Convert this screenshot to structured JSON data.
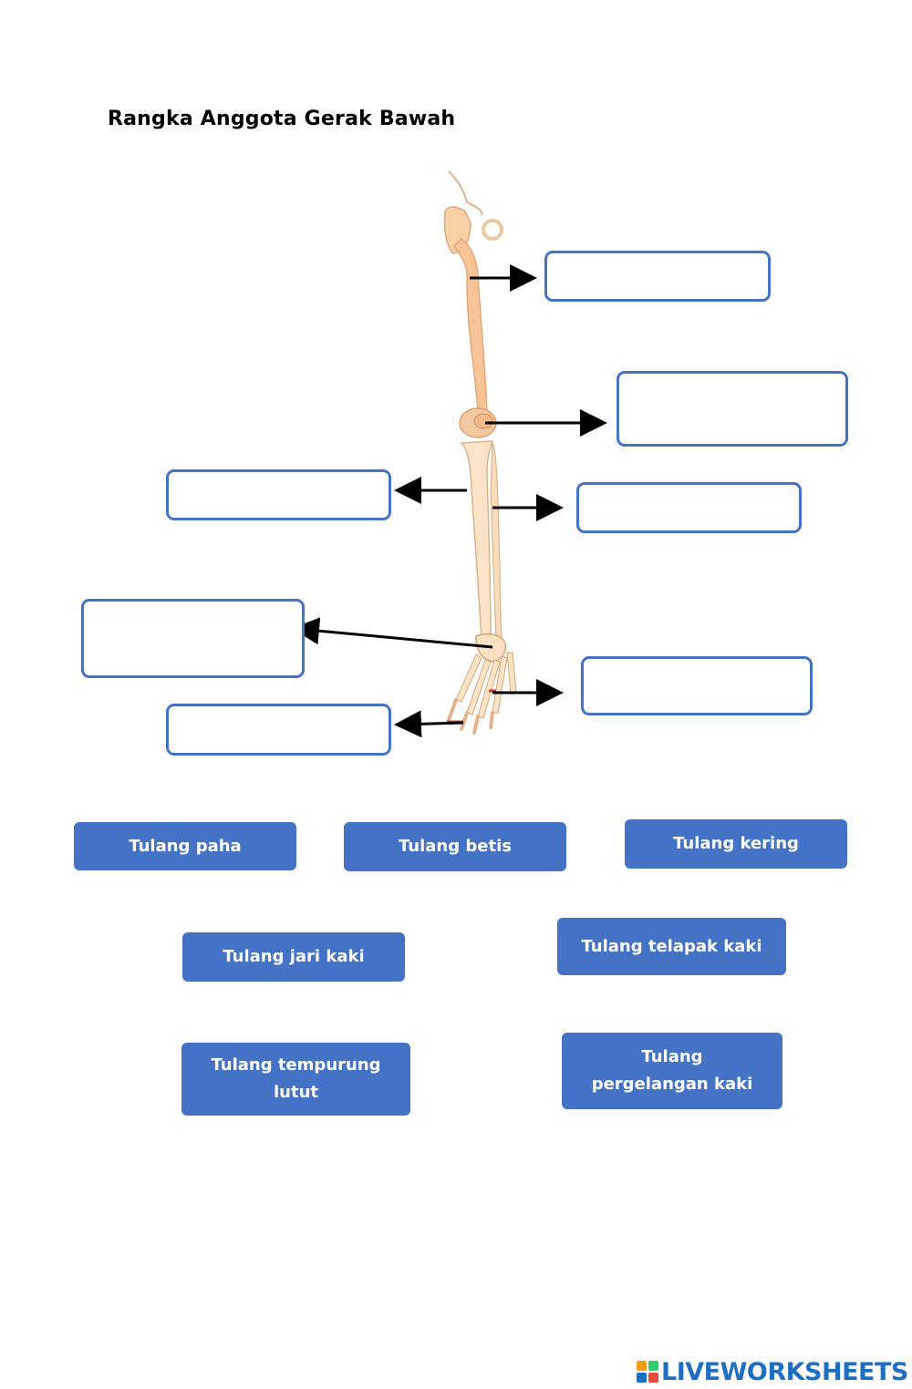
{
  "worksheet": {
    "title": "Rangka Anggota Gerak Bawah"
  },
  "answer_tiles": [
    {
      "label": "Tulang paha"
    },
    {
      "label": "Tulang betis"
    },
    {
      "label": "Tulang kering"
    },
    {
      "label": "Tulang jari kaki"
    },
    {
      "label": "Tulang telapak kaki"
    },
    {
      "label": "Tulang tempurung lutut"
    },
    {
      "label": "Tulang pergelangan kaki"
    }
  ],
  "drop_zone_count": 7,
  "colors": {
    "tile_fill": "#4472c4",
    "drop_border": "#4472c4",
    "bone": "#f8d0a8",
    "arrow": "#000000"
  },
  "footer": {
    "brand": "LIVEWORKSHEETS"
  }
}
